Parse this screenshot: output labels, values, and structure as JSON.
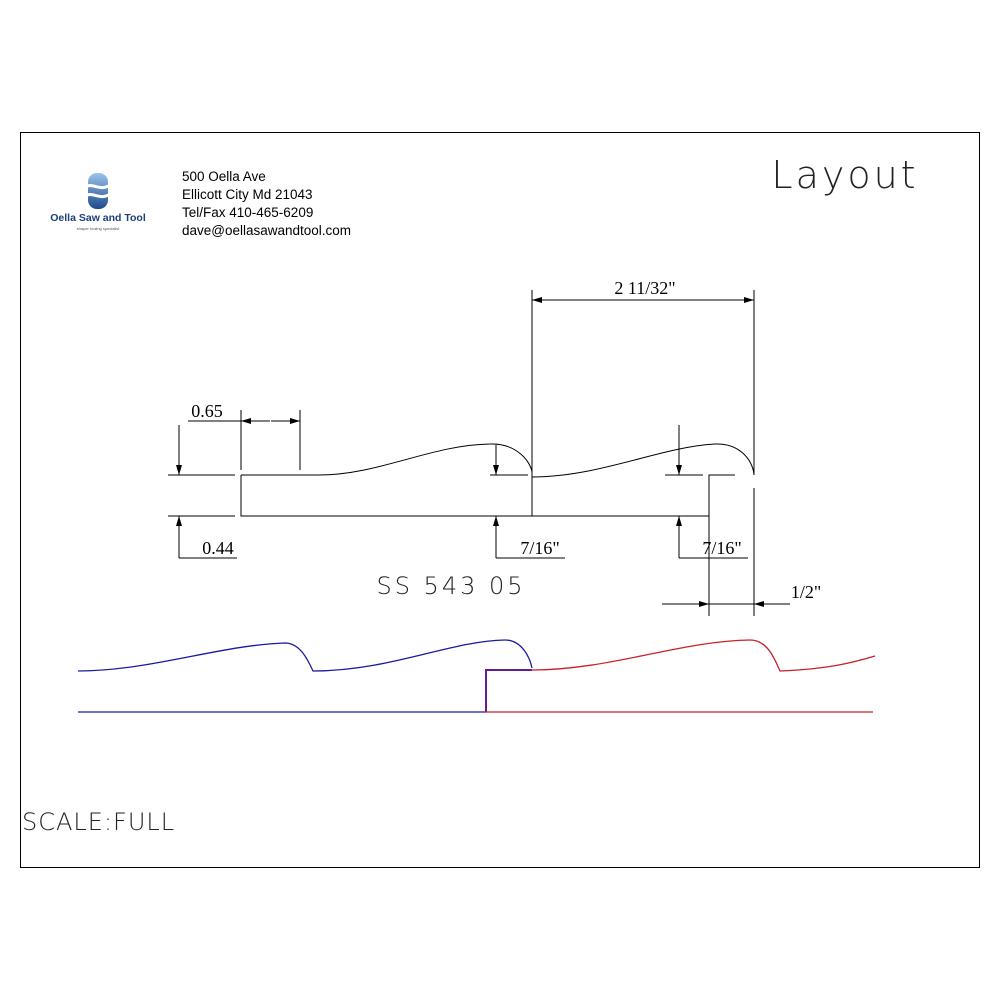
{
  "title": "Layout",
  "company": {
    "logo_name": "Oella Saw and Tool",
    "logo_tagline": "shaper tooling specialist",
    "address_line1": "500 Oella Ave",
    "address_line2": "Ellicott City Md 21043",
    "phone": "Tel/Fax 410-465-6209",
    "email": "dave@oellasawandtool.com"
  },
  "part_number": "SS 543 05",
  "scale": "SCALE:FULL",
  "dimensions": {
    "width_top": "2 11/32\"",
    "flat_length": "0.65",
    "edge_thickness": "0.44",
    "rise_1": "7/16\"",
    "rise_2": "7/16\"",
    "rabbet": "1/2\""
  },
  "colors": {
    "course_1": "#1a1aa0",
    "course_2": "#c8202a",
    "overlap": "#6a1a8a"
  }
}
